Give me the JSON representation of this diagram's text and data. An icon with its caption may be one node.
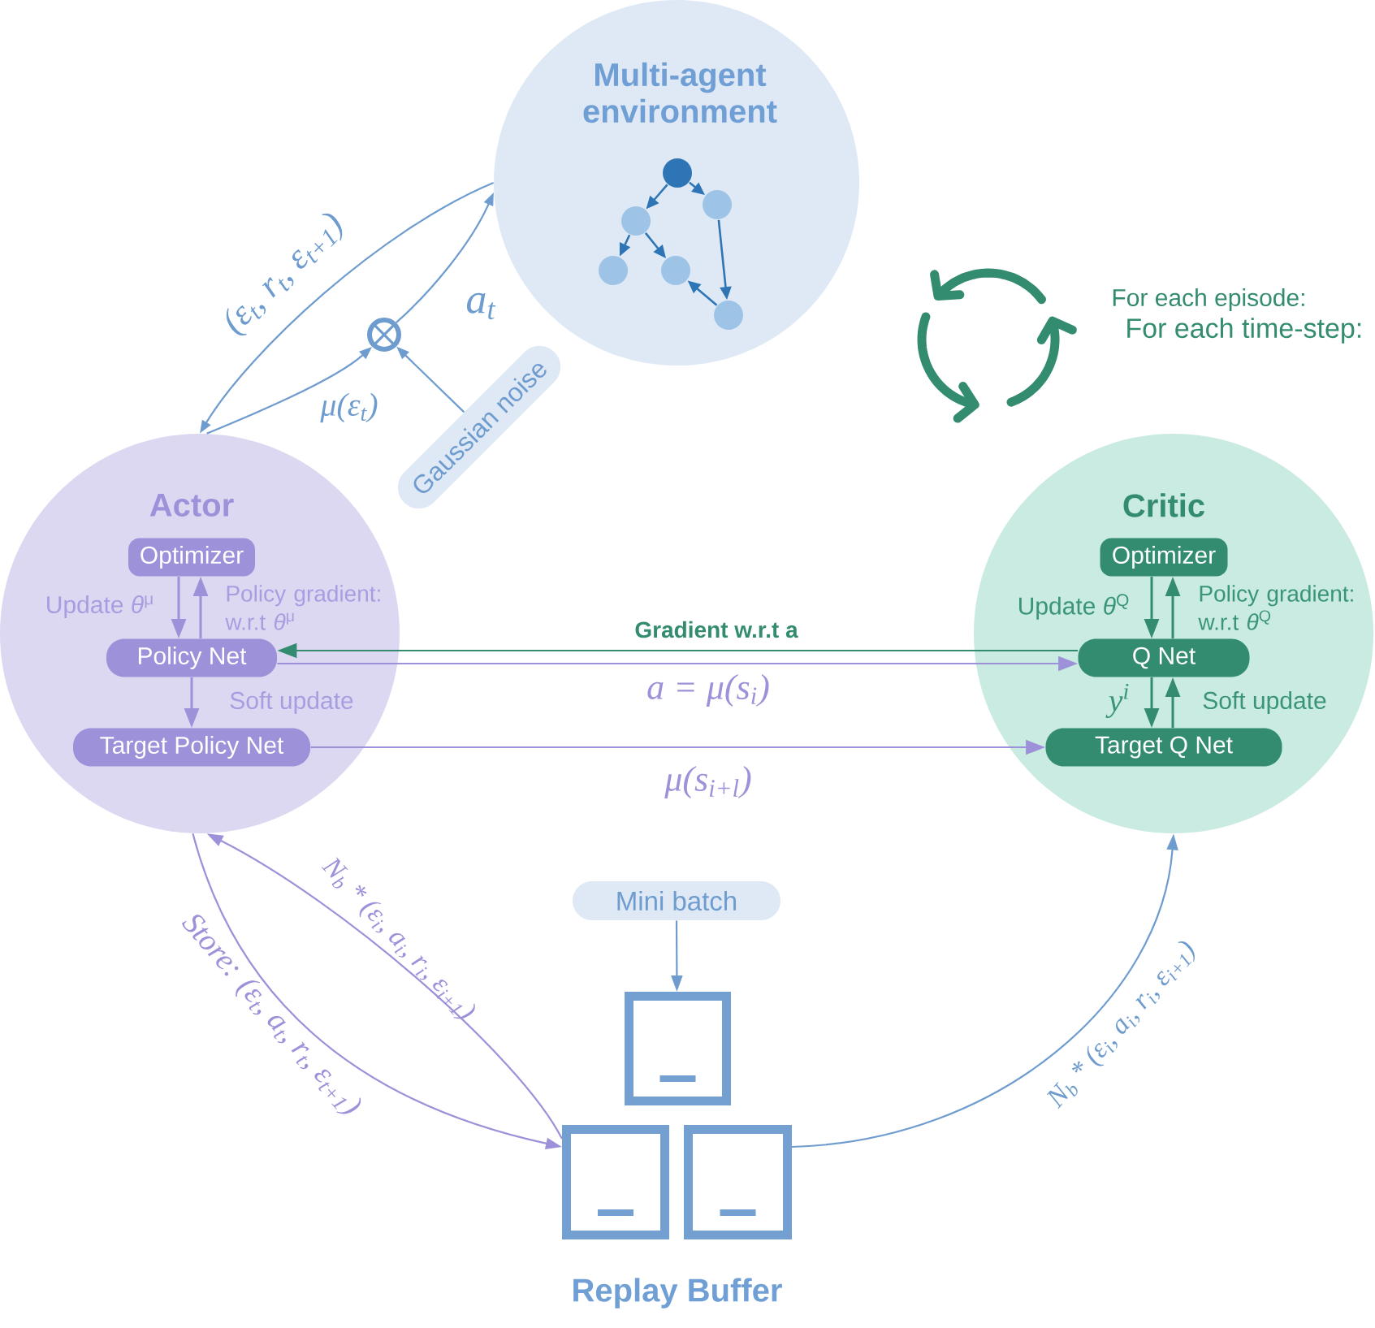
{
  "diagram": {
    "nodes": [
      {
        "text": [
          "Multi-agent environment"
        ]
      },
      {
        "text": [],
        "shape": "circle"
      },
      {
        "text": [
          "Gaussian noise"
        ]
      },
      {
        "text": [
          "Actor"
        ]
      },
      {
        "text": [
          "Optimizer"
        ],
        "in": 3
      },
      {
        "text": [
          "Policy Net"
        ],
        "in": 3
      },
      {
        "text": [
          "Target Policy Net"
        ],
        "in": 3
      },
      {
        "text": [
          "Critic"
        ]
      },
      {
        "text": [
          "Optimizer"
        ],
        "in": 7
      },
      {
        "text": [
          "Q Net"
        ],
        "in": 7
      },
      {
        "text": [
          "Target Q Net"
        ],
        "in": 7
      },
      {
        "text": [
          "Mini batch"
        ]
      },
      {
        "text": [
          "Replay Buffer"
        ]
      }
    ],
    "edges": [
      {
        "from": 0,
        "to": 3,
        "arrow": "to",
        "label": "(ε$_{t}$, r$_{t}$, ε$_{t+1}$)",
        "color": "#6F9CCF"
      },
      {
        "from": 3,
        "to": 1,
        "arrow": "to",
        "label": "μ(ε$_{t}$)",
        "color": "#6F9CCF"
      },
      {
        "from": 1,
        "to": 0,
        "arrow": "to",
        "label": "a$_{t}$",
        "color": "#6F9CCF"
      },
      {
        "from": 2,
        "to": 1,
        "arrow": "to",
        "color": "#6F9CCF"
      },
      {
        "from": 4,
        "to": 5,
        "arrow": "to",
        "label": "Update *θ*$^{μ}$"
      },
      {
        "from": 5,
        "to": 4,
        "arrow": "to",
        "label": "Policy gradient: w.r.t *θ*$^{μ}$"
      },
      {
        "from": 5,
        "to": 6,
        "arrow": "to",
        "label": "Soft update"
      },
      {
        "from": 8,
        "to": 9,
        "arrow": "to",
        "label": "Update *θ*$^{Q}$",
        "color": "#348C70"
      },
      {
        "from": 9,
        "to": 8,
        "arrow": "to",
        "label": "Policy gradient: w.r.t *θ*$^{Q}$",
        "color": "#348C70"
      },
      {
        "from": 9,
        "to": 10,
        "arrow": "to",
        "label": "y$^{i}$",
        "color": "#348C70"
      },
      {
        "from": 10,
        "to": 9,
        "arrow": "to",
        "label": "Soft update",
        "color": "#348C70"
      },
      {
        "from": 9,
        "to": 5,
        "arrow": "to",
        "label": "Gradient w.r.t a",
        "color": "#348C70"
      },
      {
        "from": 5,
        "to": 9,
        "arrow": "to",
        "label": "a = μ(s$_{i}$)"
      },
      {
        "from": 6,
        "to": 10,
        "arrow": "to",
        "label": "μ(s$_{i+l}$)"
      },
      {
        "from": 3,
        "to": 12,
        "arrow": "to",
        "label": "Store: (ε$_{t}$, a$_{t}$, r$_{t}$, ε$_{t+1}$)"
      },
      {
        "from": 12,
        "to": 3,
        "arrow": "to",
        "label": "N$_{b}$ * (ε$_{i}$, a$_{i}$, r$_{i}$, ε$_{i+1}$)"
      },
      {
        "from": 12,
        "to": 7,
        "arrow": "to",
        "label": "N$_{b}$ * (ε$_{i}$, a$_{i}$, r$_{i}$, ε$_{i+1}$)",
        "color": "#6F9CCF"
      },
      {
        "from": 11,
        "to": 12,
        "arrow": "to",
        "color": "#6F9CCF"
      }
    ],
    "labels": [
      "For each episode:",
      "For each time-step:"
    ]
  }
}
